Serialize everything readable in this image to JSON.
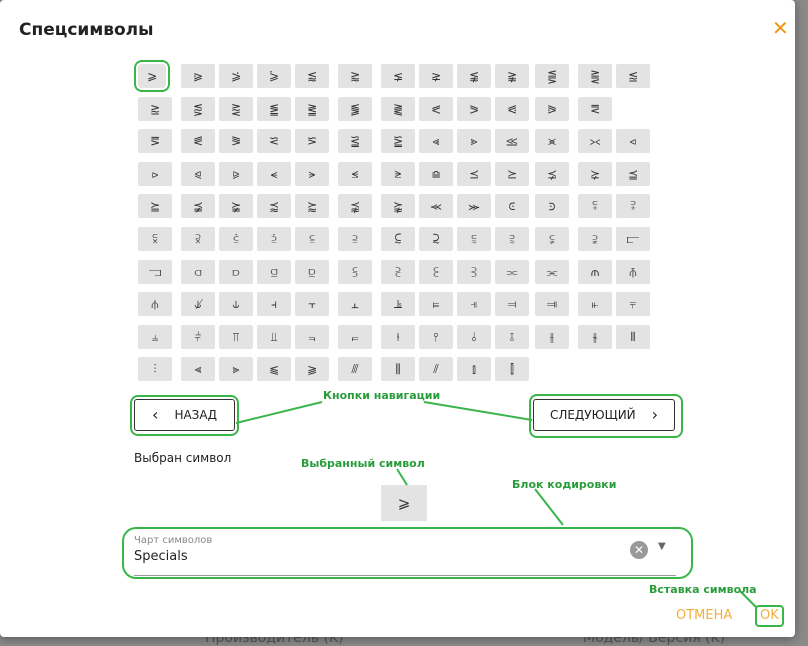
{
  "background": {
    "bottom_left": "Производитель (K)",
    "bottom_right": "Модель/ Версия (K)"
  },
  "dialog": {
    "title": "Спецсимволы",
    "close_glyph": "✕"
  },
  "grid": {
    "rows": [
      [
        "⩾",
        "⪀",
        "⪂",
        "⪄",
        "⪅",
        "⪆",
        "⪇",
        "⪈",
        "⪉",
        "⪊",
        "⪋",
        "⪌",
        "⪍"
      ],
      [
        "⪎",
        "⪏",
        "⪐",
        "⪑",
        "⪒",
        "⪓",
        "⪔",
        "⪕",
        "⪖",
        "⪗",
        "⪘",
        "⪙"
      ],
      [
        "⪚",
        "⪛",
        "⪜",
        "⪝",
        "⪞",
        "⪟",
        "⪠",
        "⪡",
        "⪢",
        "⪣",
        "⪤",
        "⪥",
        "⪦"
      ],
      [
        "⪧",
        "⪨",
        "⪩",
        "⪪",
        "⪫",
        "⪬",
        "⪭",
        "⪮",
        "⪯",
        "⪰",
        "⪱",
        "⪲",
        "⪳"
      ],
      [
        "⪴",
        "⪵",
        "⪶",
        "⪷",
        "⪸",
        "⪹",
        "⪺",
        "⪻",
        "⪼",
        "⪽",
        "⪾",
        "⪿",
        "⫀"
      ],
      [
        "⫁",
        "⫂",
        "⫃",
        "⫄",
        "⫅",
        "⫆",
        "⫇",
        "⫈",
        "⫉",
        "⫊",
        "⫋",
        "⫌",
        "⫍"
      ],
      [
        "⫎",
        "⫏",
        "⫐",
        "⫑",
        "⫒",
        "⫓",
        "⫔",
        "⫕",
        "⫖",
        "⫗",
        "⫘",
        "⫙",
        "⫚"
      ],
      [
        "⫛",
        "⫝̸",
        "⫝",
        "⫞",
        "⫟",
        "⫠",
        "⫡",
        "⫢",
        "⫣",
        "⫤",
        "⫥",
        "⫦",
        "⫧"
      ],
      [
        "⫨",
        "⫩",
        "⫪",
        "⫫",
        "⫬",
        "⫭",
        "⫮",
        "⫯",
        "⫰",
        "⫱",
        "⫲",
        "⫳",
        "⫴"
      ],
      [
        "⫶",
        "⫷",
        "⫸",
        "⫹",
        "⫺",
        "⫻",
        "⫼",
        "⫽",
        "⫾",
        "⫿"
      ]
    ]
  },
  "nav": {
    "back_label": "НАЗАД",
    "next_label": "СЛЕДУЮЩИЙ",
    "back_chevron": "‹",
    "next_chevron": "›"
  },
  "selected": {
    "label": "Выбран символ",
    "symbol": "⩾"
  },
  "charset": {
    "label": "Чарт символов",
    "value": "Specials",
    "clear_glyph": "✕",
    "dropdown_glyph": "▼"
  },
  "actions": {
    "cancel_label": "ОТМЕНА",
    "ok_label": "OK"
  },
  "annotations": {
    "nav_buttons": "Кнопки навигации",
    "selected_symbol": "Выбранный символ",
    "encoding_block": "Блок кодировки",
    "insert_symbol": "Вставка символа"
  },
  "colors": {
    "accent": "#f0960e",
    "button_text": "#f0b040",
    "annotation_green": "#39b54a",
    "tile_bg": "#e3e3e3"
  }
}
